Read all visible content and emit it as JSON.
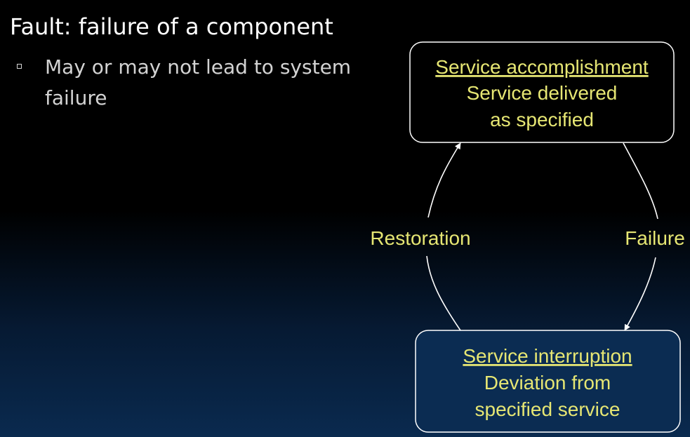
{
  "slide": {
    "heading": "Fault: failure of a component",
    "bullets": [
      {
        "text": "May or may not lead to system failure"
      }
    ]
  },
  "diagram": {
    "accomplishment": {
      "title": "Service accomplishment",
      "line1": "Service delivered",
      "line2": "as specified"
    },
    "interruption": {
      "title": "Service interruption",
      "line1": "Deviation from",
      "line2": "specified service"
    },
    "restoration_label": "Restoration",
    "failure_label": "Failure"
  },
  "colors": {
    "label_text": "#e6e673",
    "heading_text": "#ffffff",
    "bullet_text": "#d3d3d3",
    "box_border": "#ffffff"
  }
}
